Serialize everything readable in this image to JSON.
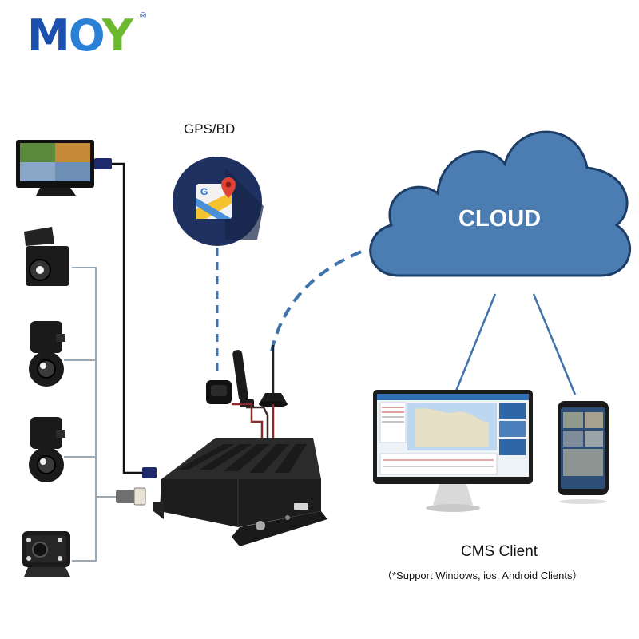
{
  "brand": {
    "logo_text": "MOY",
    "registered_mark": "®"
  },
  "labels": {
    "gps": "GPS/BD",
    "cloud": "CLOUD",
    "cms_client": "CMS Client",
    "support_note": "（*Support Windows, ios, Android Clients）"
  },
  "colors": {
    "cloud_fill": "#4b7db2",
    "cloud_stroke": "#1c3d66",
    "link_dash": "#3f73ad",
    "logo_blue": "#1b4fb0",
    "logo_green": "#6cb82e",
    "device_body": "#1d1d1d",
    "cable_red": "#8b2a2a"
  },
  "icons": [
    "monitor-icon",
    "camera-icon",
    "map-pin-icon",
    "antenna-icon",
    "cloud-icon",
    "desktop-monitor-icon",
    "smartphone-icon",
    "mdvr-icon"
  ]
}
